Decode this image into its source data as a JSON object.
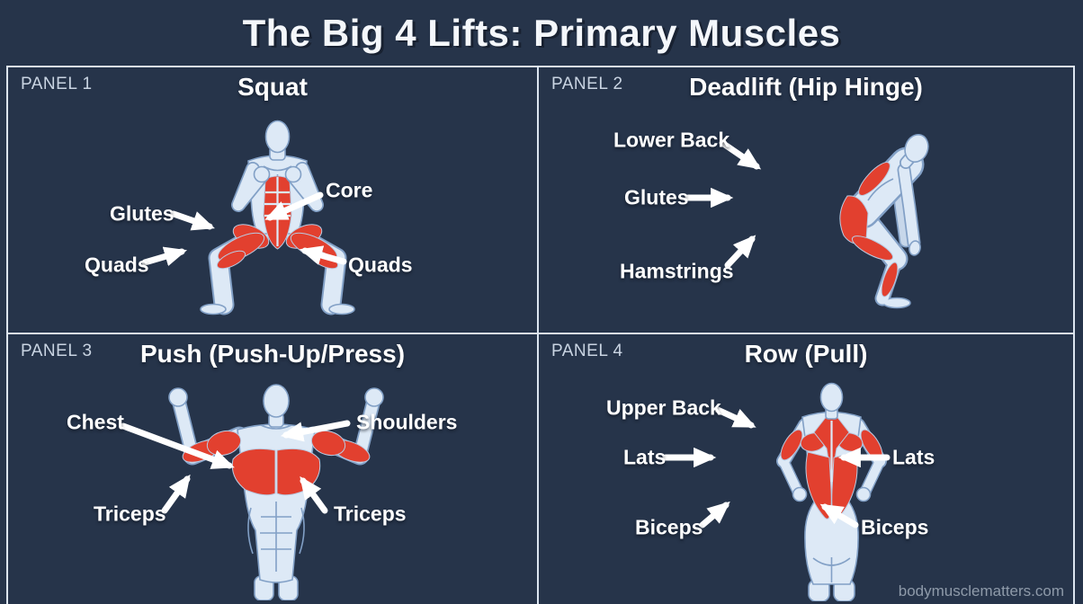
{
  "title": "The Big 4 Lifts: Primary Muscles",
  "watermark": "bodymusclematters.com",
  "colors": {
    "background": "#26344a",
    "panel_border": "#dce5f0",
    "body_fill": "#dde9f6",
    "body_outline": "#82a0c6",
    "muscle_highlight": "#e2402f",
    "label_text": "#ffffff",
    "panel_tag_text": "#c9d4e2"
  },
  "panels": [
    {
      "id": "PANEL 1",
      "title": "Squat",
      "figure": "front-facing figure in squat position",
      "annotations": [
        {
          "label": "Glutes"
        },
        {
          "label": "Quads"
        },
        {
          "label": "Core"
        },
        {
          "label": "Quads"
        }
      ]
    },
    {
      "id": "PANEL 2",
      "title": "Deadlift (Hip Hinge)",
      "figure": "side view figure in hip hinge position",
      "annotations": [
        {
          "label": "Lower Back"
        },
        {
          "label": "Glutes"
        },
        {
          "label": "Hamstrings"
        }
      ]
    },
    {
      "id": "PANEL 3",
      "title": "Push (Push-Up/Press)",
      "figure": "front view figure with arms flexed",
      "annotations": [
        {
          "label": "Chest"
        },
        {
          "label": "Shoulders"
        },
        {
          "label": "Triceps"
        },
        {
          "label": "Triceps"
        }
      ]
    },
    {
      "id": "PANEL 4",
      "title": "Row (Pull)",
      "figure": "back view figure",
      "annotations": [
        {
          "label": "Upper Back"
        },
        {
          "label": "Lats"
        },
        {
          "label": "Lats"
        },
        {
          "label": "Biceps"
        },
        {
          "label": "Biceps"
        }
      ]
    }
  ]
}
